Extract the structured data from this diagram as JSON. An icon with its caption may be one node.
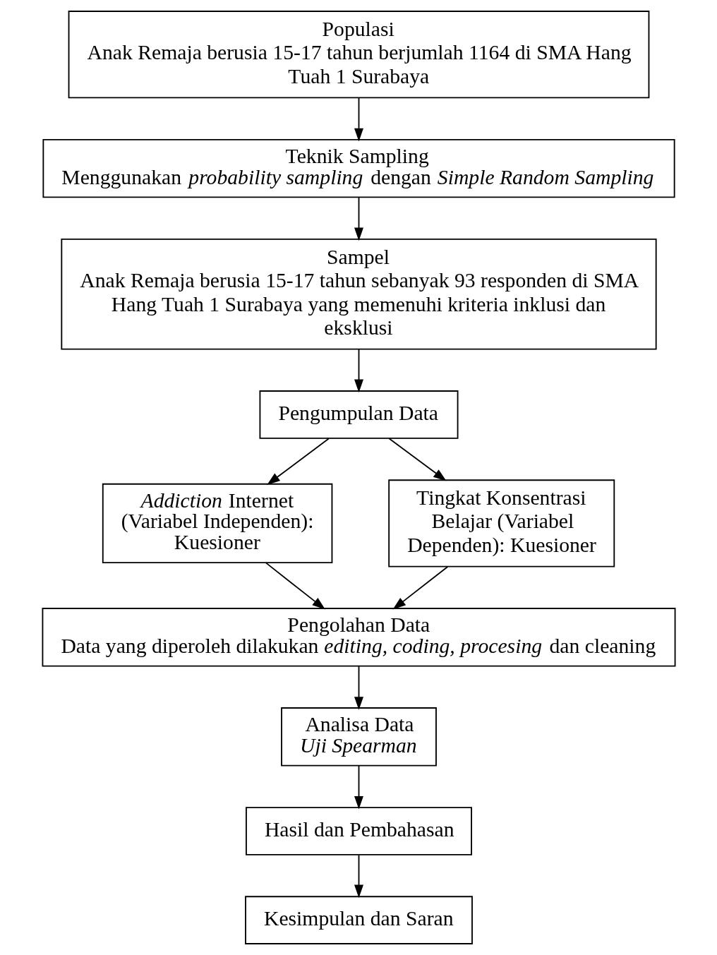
{
  "diagram": {
    "nodes": [
      {
        "text": [
          "Populasi",
          "Anak Remaja berusia 15-17 tahun berjumlah 1164 di SMA Hang Tuah 1 Surabaya"
        ]
      },
      {
        "text": [
          "Teknik Sampling",
          "Menggunakan *probability sampling* dengan *Simple Random Sampling*"
        ]
      },
      {
        "text": [
          "Sampel",
          "Anak Remaja berusia 15-17 tahun sebanyak 93 responden di SMA Hang Tuah 1 Surabaya yang memenuhi kriteria inklusi dan eksklusi"
        ]
      },
      {
        "text": [
          "Pengumpulan Data"
        ]
      },
      {
        "text": [
          "*Addiction* Internet (Variabel Independen): Kuesioner"
        ]
      },
      {
        "text": [
          "Tingkat Konsentrasi Belajar (Variabel Dependen): Kuesioner"
        ]
      },
      {
        "text": [
          "Pengolahan Data",
          "Data yang diperoleh dilakukan *editing, coding, procesing* dan cleaning"
        ]
      },
      {
        "text": [
          "Analisa Data",
          "Uji Spearman"
        ]
      },
      {
        "text": [
          "Hasil dan Pembahasan"
        ]
      },
      {
        "text": [
          "Kesimpulan dan Saran"
        ]
      }
    ],
    "edges": [
      {
        "from": 0,
        "to": 1,
        "arrow": "to"
      },
      {
        "from": 1,
        "to": 2,
        "arrow": "to"
      },
      {
        "from": 2,
        "to": 3,
        "arrow": "to"
      },
      {
        "from": 3,
        "to": 4,
        "arrow": "to"
      },
      {
        "from": 3,
        "to": 5,
        "arrow": "to"
      },
      {
        "from": 4,
        "to": 6,
        "arrow": "to"
      },
      {
        "from": 5,
        "to": 6,
        "arrow": "to"
      },
      {
        "from": 6,
        "to": 7,
        "arrow": "to"
      },
      {
        "from": 7,
        "to": 8,
        "arrow": "to"
      },
      {
        "from": 8,
        "to": 9,
        "arrow": "to"
      }
    ]
  }
}
